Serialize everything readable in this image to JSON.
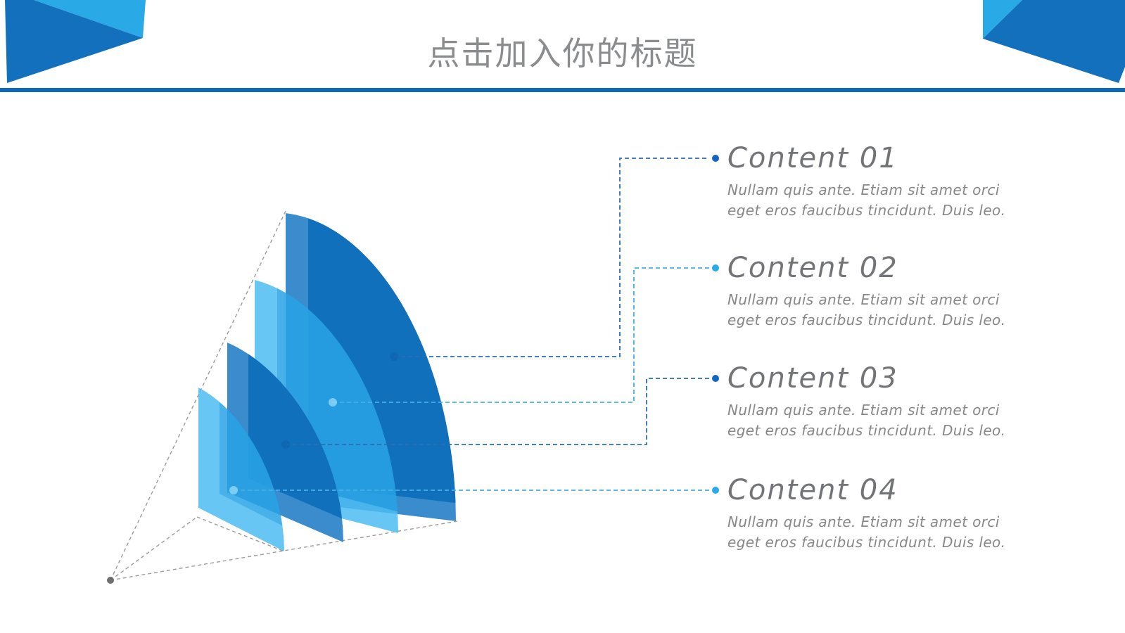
{
  "title": {
    "text": "点击加入你的标题"
  },
  "decor": {
    "dark_blue": "#1270bc",
    "light_blue": "#29a9e6",
    "divider_color": "#1068bb"
  },
  "diagram": {
    "description": "3D cone with four quarter-disc slices, dashed perspective guides from apex",
    "dark_fill": "#1070bc",
    "dark_band": "#3a8ccd",
    "light_fill": "#28a4e6",
    "light_band": "#4dbcf1",
    "apex_color": "#6e6e6e"
  },
  "content_items": [
    {
      "heading": "Content 01",
      "body": "Nullam quis ante. Etiam sit amet orci eget eros faucibus tincidunt. Duis leo.",
      "dot_color": "#1565c0",
      "line_color": "#2a6fb8"
    },
    {
      "heading": "Content 02",
      "body": "Nullam quis ante. Etiam sit amet orci eget eros faucibus tincidunt. Duis leo.",
      "dot_color": "#29abe8",
      "line_color": "#45b0e6"
    },
    {
      "heading": "Content 03",
      "body": "Nullam quis ante. Etiam sit amet orci eget eros faucibus tincidunt. Duis leo.",
      "dot_color": "#1565c0",
      "line_color": "#2a6fb8"
    },
    {
      "heading": "Content 04",
      "body": "Nullam quis ante. Etiam sit amet orci eget eros faucibus tincidunt. Duis leo.",
      "dot_color": "#29abe8",
      "line_color": "#45b0e6"
    }
  ]
}
